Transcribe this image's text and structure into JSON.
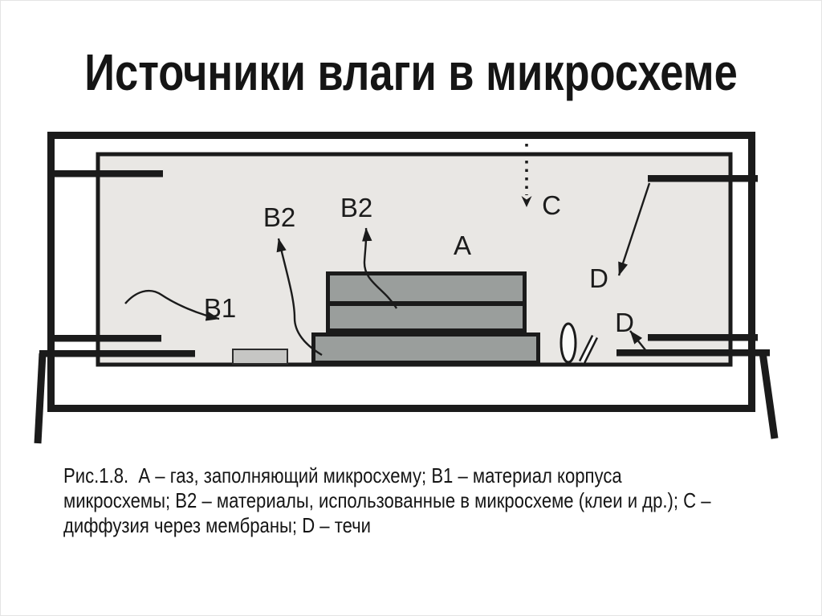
{
  "page": {
    "title": "Источники влаги в микросхеме"
  },
  "figure": {
    "caption": "Рис.1.8.  А – газ, заполняющий микросхему; В1 – материал корпуса\nмикросхемы; В2 – материалы, использованные в микросхеме (клеи и др.); С –\nдиффузия через мембраны; D – течи",
    "labels": {
      "a": "A",
      "b1": "B1",
      "b2_left": "B2",
      "b2_right": "B2",
      "c": "C",
      "d_upper": "D",
      "d_lower": "D"
    }
  },
  "colors": {
    "ink": "#1b1b1b",
    "cavity-fill": "#e9e7e4",
    "chip-fill": "#9a9e9c",
    "component-fill": "#c6c6c4",
    "void-fill": "#fbfbfa"
  }
}
